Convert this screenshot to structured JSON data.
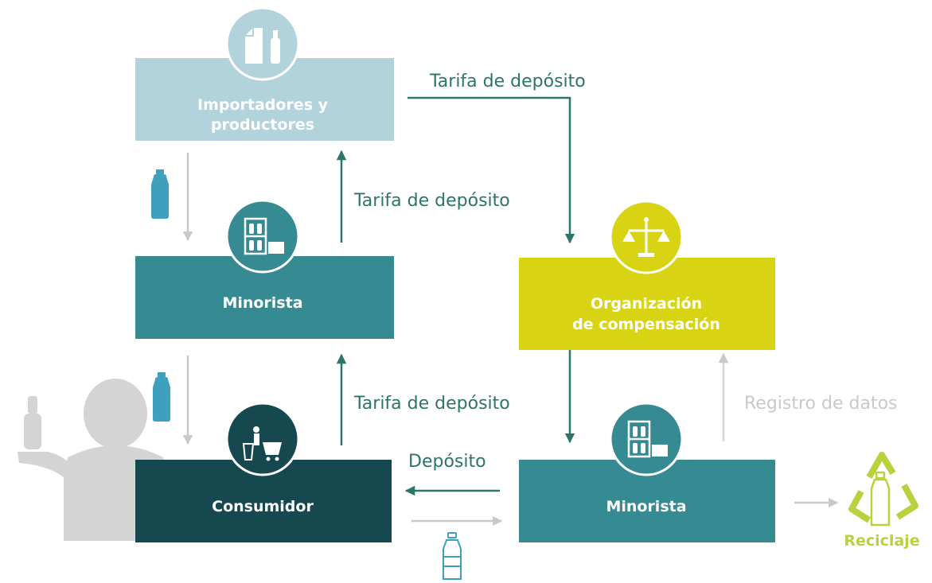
{
  "colors": {
    "importers_box": "#b3d3dc",
    "retailer_box": "#368b93",
    "consumer_box": "#164850",
    "clearing_box": "#d8d413",
    "flow_arrow": "#2c7569",
    "product_arrow": "#c9c9c9",
    "bottle_blue": "#3fa0be",
    "recycle_green": "#b7d23c",
    "person_gray": "#d4d4d4"
  },
  "nodes": {
    "importers": {
      "label_line1": "Importadores y",
      "label_line2": "productores",
      "icon": "carton-and-bottle-icon"
    },
    "retailer_top": {
      "label": "Minorista",
      "icon": "shelf-with-bottles-icon"
    },
    "consumer": {
      "label": "Consumidor",
      "icon": "shopper-with-cart-icon"
    },
    "clearing": {
      "label_line1": "Organización",
      "label_line2": "de compensación",
      "icon": "scales-icon"
    },
    "retailer_bottom": {
      "label": "Minorista",
      "icon": "shelf-with-bottles-icon"
    },
    "recycling": {
      "label": "Reciclaje",
      "icon": "recycle-bottle-icon"
    }
  },
  "edges": {
    "importers_to_clearing": "Tarifa de depósito",
    "retailer_to_importers": "Tarifa de depósito",
    "consumer_to_retailer": "Tarifa de depósito",
    "retailer_to_consumer": "Depósito",
    "data_registry": "Registro de datos"
  }
}
